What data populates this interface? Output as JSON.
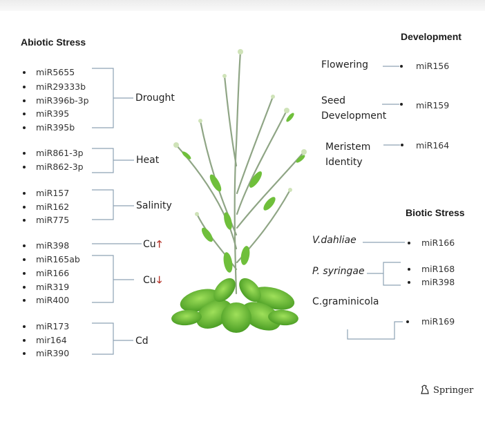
{
  "abiotic": {
    "title": "Abiotic Stress",
    "groups": [
      {
        "label": "Drought",
        "items": [
          "miR5655",
          "miR29333b",
          "miR396b-3p",
          "miR395",
          "miR395b"
        ]
      },
      {
        "label": "Heat",
        "items": [
          "miR861-3p",
          "miR862-3p"
        ]
      },
      {
        "label": "Salinity",
        "items": [
          "miR157",
          "miR162",
          "miR775"
        ]
      },
      {
        "label": "Cu",
        "items": [
          "miR398"
        ],
        "arrow": "up"
      },
      {
        "label": "Cu",
        "items": [
          "miR165ab",
          "miR166",
          "miR319",
          "miR400"
        ],
        "arrow": "down"
      },
      {
        "label": "Cd",
        "items": [
          "miR173",
          "mir164",
          "miR390"
        ]
      }
    ]
  },
  "development": {
    "title": "Development",
    "rows": [
      {
        "label": "Flowering",
        "mirna": "miR156"
      },
      {
        "label": "Seed Development",
        "label_lines": [
          "Seed",
          "Development"
        ],
        "mirna": "miR159"
      },
      {
        "label": "Meristem Identity",
        "label_lines": [
          "Meristem",
          "Identity"
        ],
        "mirna": "miR164"
      }
    ]
  },
  "biotic": {
    "title": "Biotic Stress",
    "rows": [
      {
        "label": "V.dahliae",
        "mirnas": [
          "miR166"
        ]
      },
      {
        "label": "P. syringae",
        "mirnas": [
          "miR168",
          "miR398"
        ]
      },
      {
        "label": "C.graminicola",
        "mirnas": [
          "miR169"
        ]
      }
    ]
  },
  "publisher": {
    "name": "Springer",
    "icon": "springer-horse-icon"
  },
  "colors": {
    "connector": "#8da2b4",
    "arrow": "#b5352b",
    "plant": "#5fb33a"
  }
}
